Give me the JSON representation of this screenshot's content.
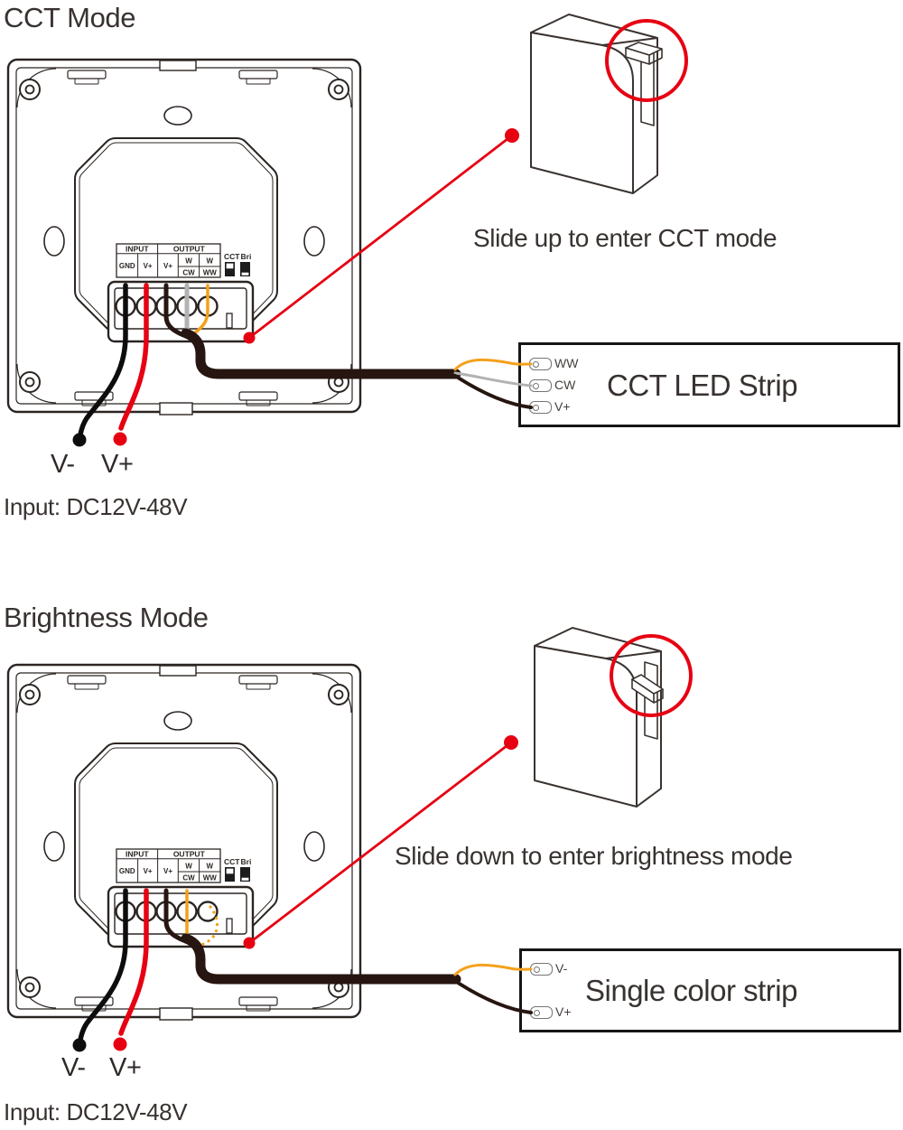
{
  "sections": {
    "cct": {
      "title": "CCT Mode",
      "instruction": "Slide up to enter CCT mode",
      "strip_title": "CCT LED Strip",
      "pad_labels": [
        "WW",
        "CW",
        "V+"
      ],
      "wire_neg": "V-",
      "wire_pos": "V+",
      "input_note": "Input: DC12V-48V"
    },
    "brightness": {
      "title": "Brightness Mode",
      "instruction": "Slide down to enter brightness mode",
      "strip_title": "Single color strip",
      "pad_labels": [
        "V-",
        "V+"
      ],
      "wire_neg": "V-",
      "wire_pos": "V+",
      "input_note": "Input: DC12V-48V"
    }
  },
  "panel_labels": {
    "input_header": "INPUT",
    "output_header": "OUTPUT",
    "t1": "GND",
    "t2": "V+",
    "t3": "V+",
    "t4_top": "W",
    "t4_bottom": "CW",
    "t5_top": "W",
    "t5_bottom": "WW",
    "switch_cct": "CCT",
    "switch_bri": "Bri"
  },
  "colors": {
    "line": "#2b2522",
    "red": "#e60012",
    "orange": "#f3a11c",
    "gray": "#b2b2b2",
    "wire_black": "#0d0d0d",
    "wire_dark": "#261510"
  }
}
